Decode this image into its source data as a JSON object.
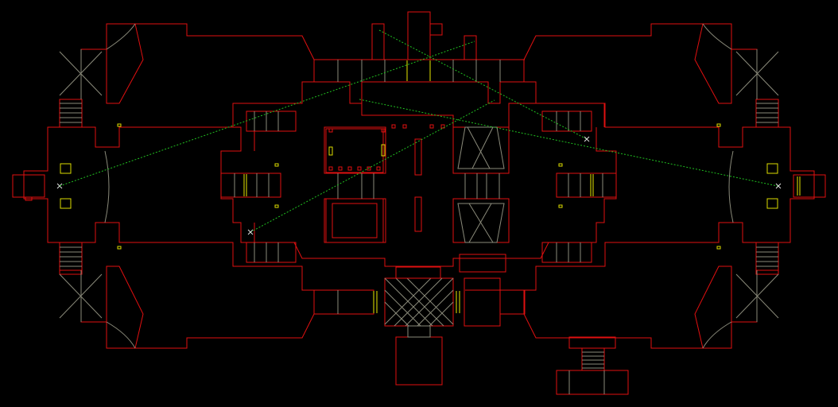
{
  "view": {
    "mode": "automap",
    "background": "#000000",
    "colors": {
      "wall": "#e01010",
      "step": "#8a8a7a",
      "door": "#e8e800",
      "teleport_line": "#20c020",
      "marker": "#e0e0e0"
    }
  },
  "legend": {
    "wall": "wall-lines",
    "step": "floor-height-change-lines",
    "door": "door-lines",
    "teleport": "teleport-connection-lines",
    "marker": "teleport-destination-x-icon"
  }
}
